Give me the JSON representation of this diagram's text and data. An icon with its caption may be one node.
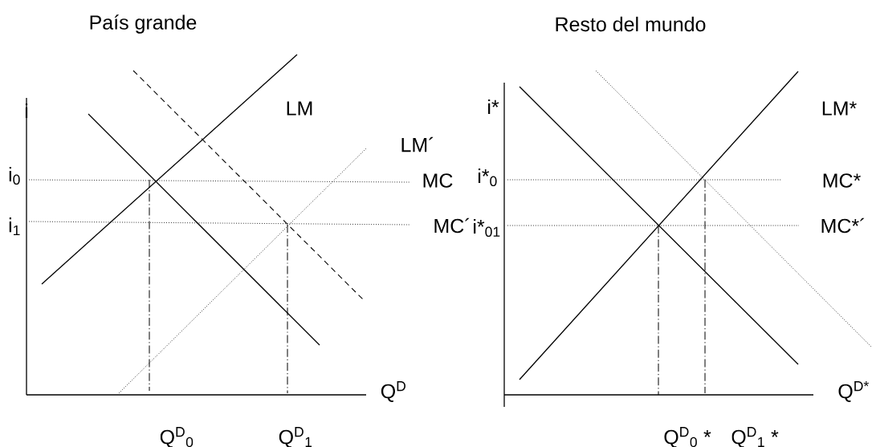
{
  "diagram": {
    "labels": [
      "País grande",
      "Resto del mundo",
      "i",
      "LM",
      "i*",
      "LM*",
      "LM´",
      "i$_{0}$",
      "MC",
      "i*$_{0}$",
      "MC*",
      "i$_{1}$",
      "MC´",
      "i*$_{01}$",
      "MC*´",
      "Q$^{D}$",
      "Q$^{D*}$",
      "Q$^{D}$$_{0}$",
      "Q$^{D}$$_{1}$",
      "Q$^{D}$$_{0}$ *",
      "Q$^{D}$$_{1}$ *"
    ]
  }
}
